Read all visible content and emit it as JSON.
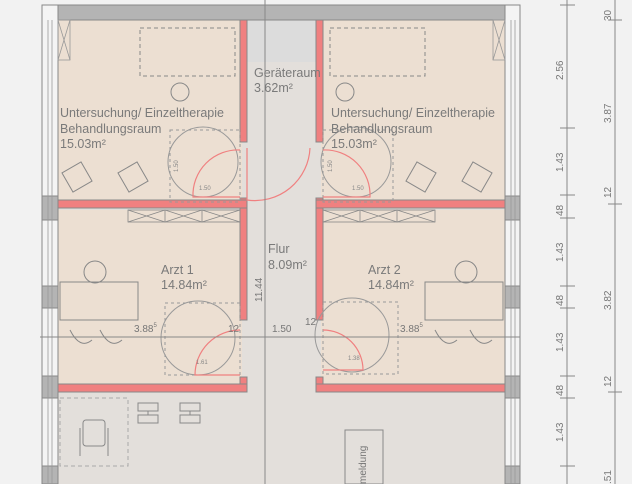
{
  "rooms": {
    "geraeteraum": {
      "name": "Geräteraum",
      "area": "3.62m²"
    },
    "behandlung_left": {
      "name1": "Untersuchung/ Einzeltherapie",
      "name2": "Behandlungsraum",
      "area": "15.03m²"
    },
    "behandlung_right": {
      "name1": "Untersuchung/ Einzeltherapie",
      "name2": "Behandlungsraum",
      "area": "15.03m²"
    },
    "flur": {
      "name": "Flur",
      "area": "8.09m²"
    },
    "arzt1": {
      "name": "Arzt 1",
      "area": "14.84m²"
    },
    "arzt2": {
      "name": "Arzt 2",
      "area": "14.84m²"
    },
    "anmeldung": {
      "name": "meldung"
    }
  },
  "dimensions": {
    "flur_length": "11.44",
    "flur_width": "1.50",
    "wall_left": "12",
    "wall_right": "12",
    "arzt1_width": "3.88",
    "arzt1_sup": "5",
    "arzt2_width": "3.88",
    "arzt2_sup": "5",
    "turn_circle_1": "1.50",
    "turn_circle_1b": "1.50",
    "turn_circle_2": "1.50",
    "turn_circle_2b": "1.50",
    "turn_circle_3": "1.61",
    "turn_circle_4": "1.38",
    "right_inner": [
      "2.56",
      "1.43",
      "48",
      "1.43",
      "48",
      "1.43",
      "48",
      "1.43"
    ],
    "right_outer": [
      "30",
      "3.87",
      "12",
      "3.82",
      "12",
      ".51"
    ]
  },
  "colors": {
    "room": "#ecdfd2",
    "corridor": "#e3dfdb",
    "storage": "#dcdcdc",
    "new_wall": "#f08080",
    "wall": "#b4b4b4"
  }
}
